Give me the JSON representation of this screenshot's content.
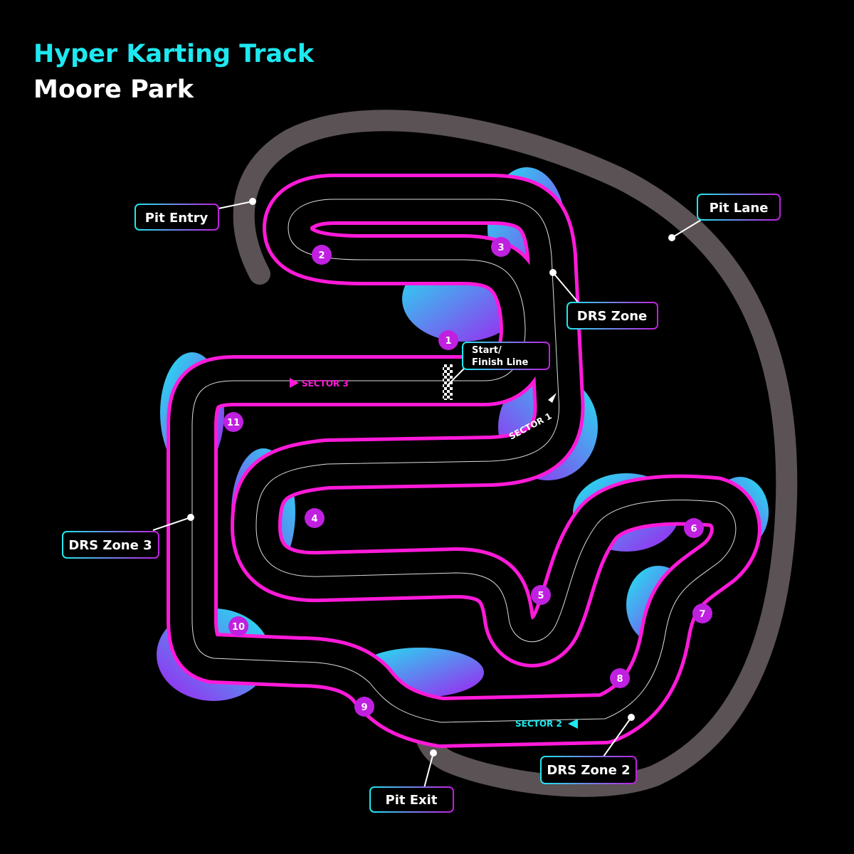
{
  "title": {
    "line1": "Hyper Karting Track",
    "line2": "Moore Park"
  },
  "colors": {
    "background": "#000000",
    "pit_lane": "#5a5254",
    "track_edge": "#ff1ad9",
    "accent_cyan": "#1ee8f0",
    "accent_purple": "#a020f0",
    "corner_marker": "#c020e0"
  },
  "labels": {
    "pit_entry": "Pit Entry",
    "pit_lane": "Pit Lane",
    "drs_zone": "DRS Zone",
    "drs_zone_2": "DRS Zone 2",
    "drs_zone_3": "DRS Zone 3",
    "pit_exit": "Pit Exit",
    "start_finish_line1": "Start/",
    "start_finish_line2": "Finish Line"
  },
  "sectors": {
    "s1": "SECTOR 1",
    "s2": "SECTOR 2",
    "s3": "SECTOR 3"
  },
  "corners": [
    "1",
    "2",
    "3",
    "4",
    "5",
    "6",
    "7",
    "8",
    "9",
    "10",
    "11"
  ]
}
